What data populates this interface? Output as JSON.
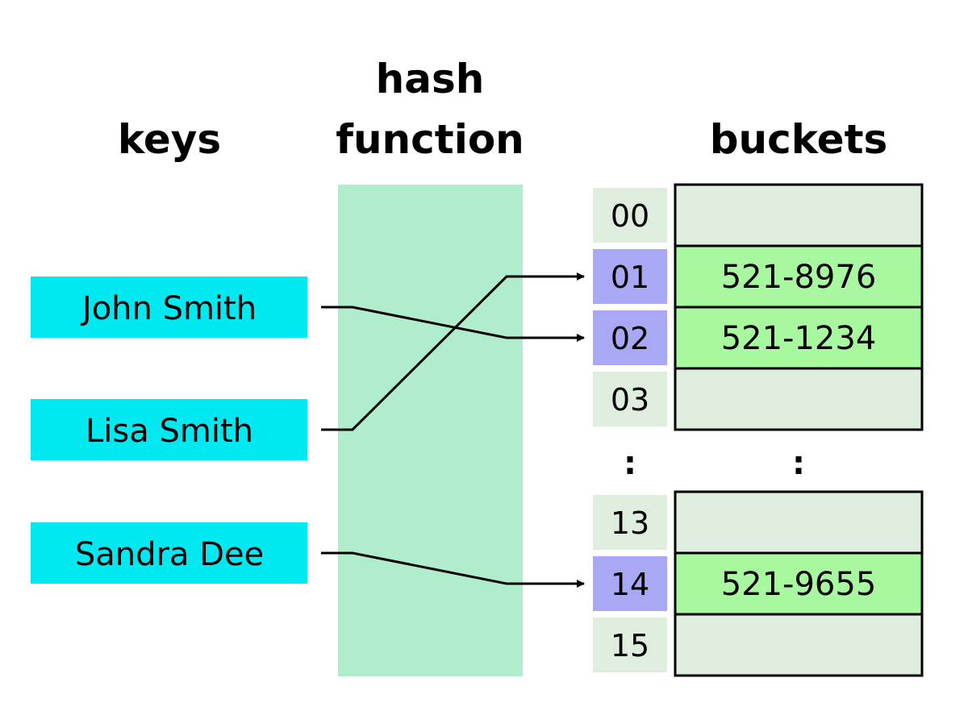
{
  "headers": {
    "keys": "keys",
    "hash_line1": "hash",
    "hash_line2": "function",
    "buckets": "buckets"
  },
  "keys": [
    "John Smith",
    "Lisa Smith",
    "Sandra Dee"
  ],
  "bucket_group_top": [
    {
      "index": "00",
      "value": ""
    },
    {
      "index": "01",
      "value": "521-8976"
    },
    {
      "index": "02",
      "value": "521-1234"
    },
    {
      "index": "03",
      "value": ""
    }
  ],
  "ellipsis": ":",
  "bucket_group_bottom": [
    {
      "index": "13",
      "value": ""
    },
    {
      "index": "14",
      "value": "521-9655"
    },
    {
      "index": "15",
      "value": ""
    }
  ],
  "mappings": [
    {
      "key": "John Smith",
      "bucket": "02"
    },
    {
      "key": "Lisa Smith",
      "bucket": "01"
    },
    {
      "key": "Sandra Dee",
      "bucket": "14"
    }
  ],
  "colors": {
    "key_fill": "#00e8f0",
    "hash_fill": "#afedcc",
    "index_empty": "#deeddd",
    "index_used": "#a8a8f5",
    "bucket_empty": "#deeddd",
    "bucket_used": "#a8f8a0"
  }
}
